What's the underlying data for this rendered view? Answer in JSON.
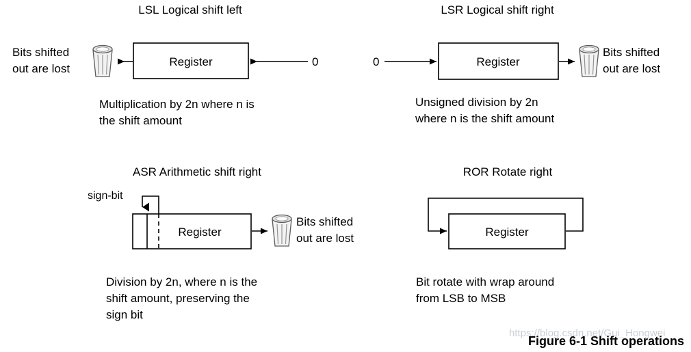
{
  "figure": {
    "caption": "Figure 6-1 Shift operations",
    "watermark": "https://blog.csdn.net/Gui_Hongwei",
    "background_color": "#ffffff",
    "line_color": "#000000",
    "bin_color": "#f2f2f2"
  },
  "panels": {
    "lsl": {
      "title": "LSL Logical shift left",
      "register_label": "Register",
      "input_label": "0",
      "lost_label_line1": "Bits shifted",
      "lost_label_line2": "out are lost",
      "description_line1": "Multiplication by 2n where n is",
      "description_line2": "the shift amount"
    },
    "lsr": {
      "title": "LSR Logical shift right",
      "register_label": "Register",
      "input_label": "0",
      "lost_label_line1": "Bits shifted",
      "lost_label_line2": "out are lost",
      "description_line1": "Unsigned division by 2n",
      "description_line2": "where n is the shift amount"
    },
    "asr": {
      "title": "ASR Arithmetic shift right",
      "register_label": "Register",
      "sign_bit_label": "sign-bit",
      "lost_label_line1": "Bits shifted",
      "lost_label_line2": "out are lost",
      "description_line1": "Division by 2n, where n is the",
      "description_line2": "shift amount, preserving the",
      "description_line3": "sign bit"
    },
    "ror": {
      "title": "ROR Rotate right",
      "register_label": "Register",
      "description_line1": "Bit rotate with wrap around",
      "description_line2": "from LSB to MSB"
    }
  }
}
